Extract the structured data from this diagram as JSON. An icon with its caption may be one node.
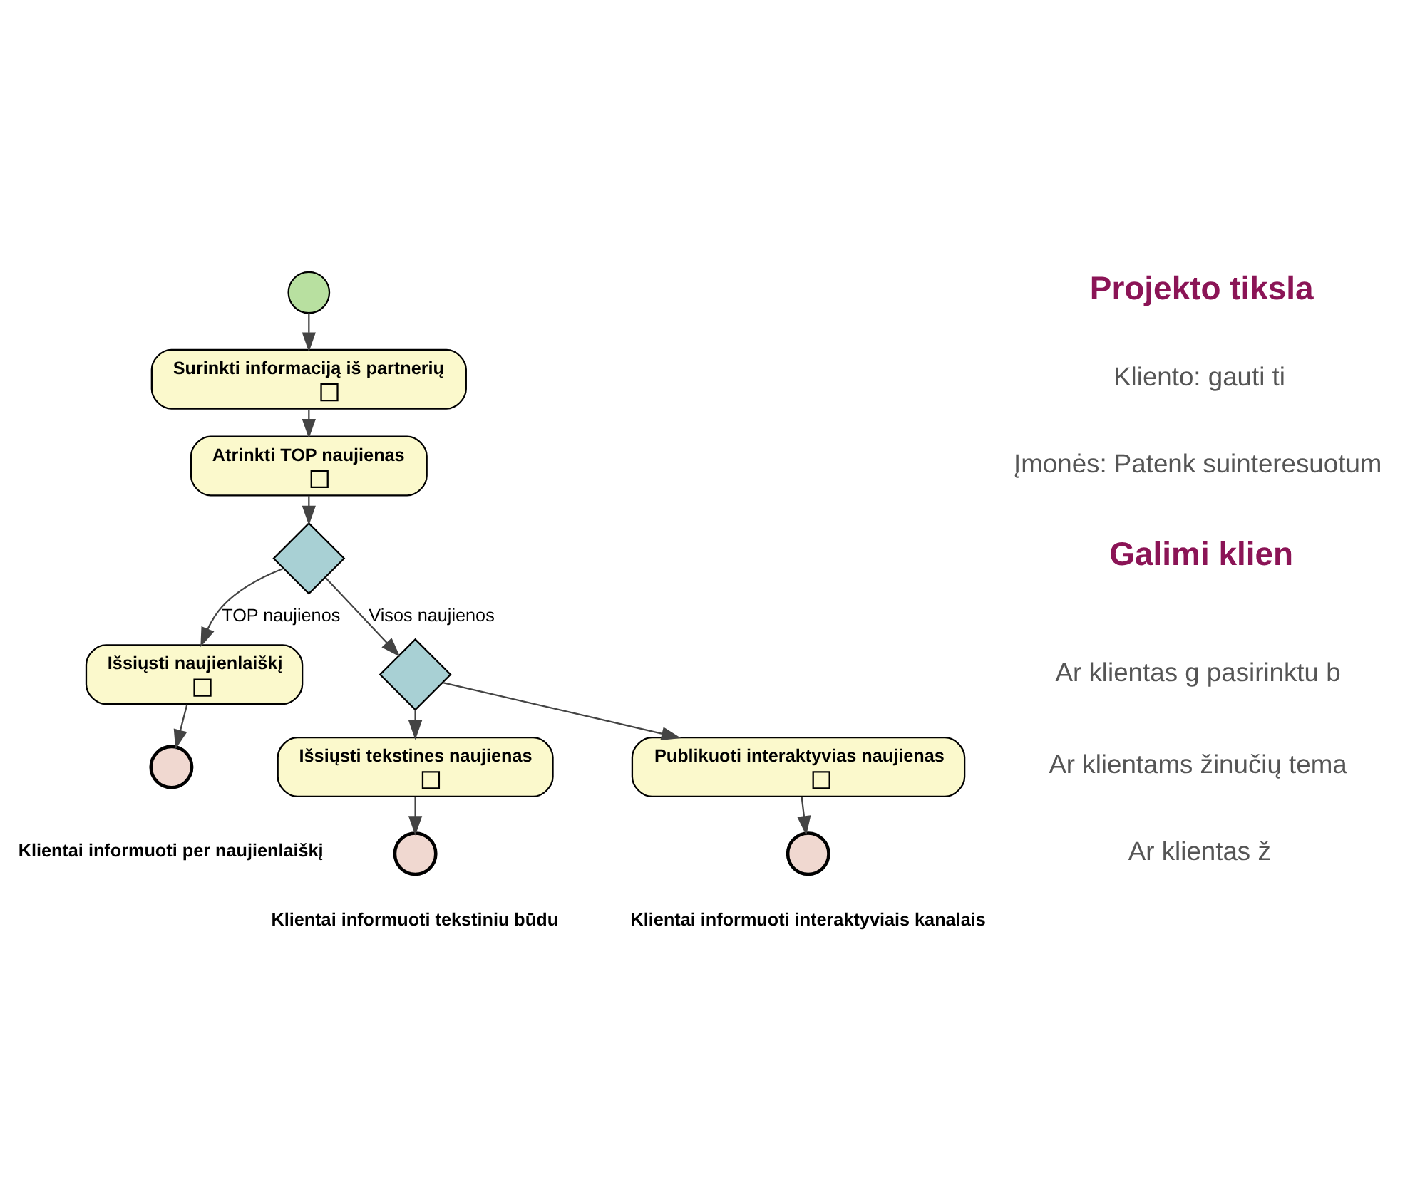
{
  "diagram": {
    "nodes": [
      {
        "text": [],
        "shape": "circle"
      },
      {
        "text": [
          "Surinkti informaciją iš partnerių"
        ]
      },
      {
        "text": [
          "Atrinkti TOP naujienas"
        ]
      },
      {
        "text": [],
        "shape": "diamond"
      },
      {
        "text": [
          "Išsiųsti naujienlaiškį"
        ]
      },
      {
        "text": [],
        "shape": "circle",
        "beside": [
          "Klientai informuoti per naujienlaiškį"
        ]
      },
      {
        "text": [],
        "shape": "diamond"
      },
      {
        "text": [
          "Išsiųsti tekstines naujienas"
        ]
      },
      {
        "text": [
          "Publikuoti interaktyvias naujienas"
        ]
      },
      {
        "text": [],
        "shape": "circle",
        "beside": [
          "Klientai informuoti tekstiniu būdu"
        ]
      },
      {
        "text": [],
        "shape": "circle",
        "beside": [
          "Klientai informuoti interaktyviais kanalais"
        ]
      }
    ],
    "edges": [
      {
        "from": 0,
        "to": 1,
        "arrow": "to"
      },
      {
        "from": 1,
        "to": 2,
        "arrow": "to"
      },
      {
        "from": 2,
        "to": 3,
        "arrow": "to"
      },
      {
        "from": 3,
        "to": 4,
        "arrow": "to",
        "label": "TOP naujienos"
      },
      {
        "from": 4,
        "to": 5,
        "arrow": "to"
      },
      {
        "from": 3,
        "to": 6,
        "arrow": "to",
        "label": "Visos naujienos"
      },
      {
        "from": 6,
        "to": 7,
        "arrow": "to"
      },
      {
        "from": 6,
        "to": 8,
        "arrow": "to"
      },
      {
        "from": 7,
        "to": 9,
        "arrow": "to"
      },
      {
        "from": 8,
        "to": 10,
        "arrow": "to"
      }
    ],
    "labels": [
      "Projekto tiksla",
      "Kliento: gauti ti",
      "Įmonės: Patenk suinteresuotum",
      "Galimi klien",
      "Ar klientas g pasirinktu b",
      "Ar klientams žinučių tema",
      "Ar klientas ž"
    ]
  }
}
